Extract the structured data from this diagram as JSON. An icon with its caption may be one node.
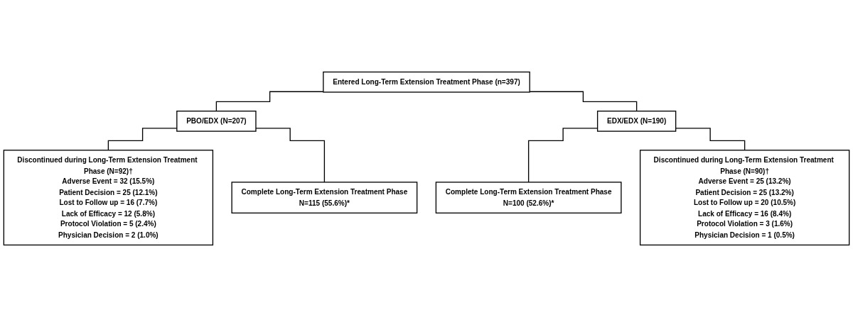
{
  "diagram": {
    "nodes": [
      {
        "text": [
          "Entered Long-Term Extension Treatment Phase (n=397)"
        ]
      },
      {
        "text": [
          "PBO/EDX (N=207)"
        ]
      },
      {
        "text": [
          "EDX/EDX (N=190)"
        ]
      },
      {
        "text": [
          "Discontinued during Long-Term Extension Treatment Phase (N=92)†",
          "Adverse Event = 32 (15.5%)",
          "Patient Decision = 25 (12.1%)",
          "Lost to Follow up = 16 (7.7%)",
          "Lack of Efficacy = 12 (5.8%)",
          "Protocol Violation = 5 (2.4%)",
          "Physician Decision = 2 (1.0%)"
        ]
      },
      {
        "text": [
          "Complete Long-Term Extension Treatment Phase",
          "N=115 (55.6%)*"
        ]
      },
      {
        "text": [
          "Complete Long-Term Extension Treatment Phase",
          "N=100 (52.6%)*"
        ]
      },
      {
        "text": [
          "Discontinued during Long-Term Extension Treatment Phase (N=90)†",
          "Adverse Event = 25 (13.2%)",
          "Patient Decision = 25 (13.2%)",
          "Lost to Follow up = 20 (10.5%)",
          "Lack of Efficacy = 16 (8.4%)",
          "Protocol Violation = 3 (1.6%)",
          "Physician Decision = 1 (0.5%)"
        ]
      }
    ],
    "edges": [
      {
        "from": 0,
        "to": 1,
        "arrow": "none"
      },
      {
        "from": 0,
        "to": 2,
        "arrow": "none"
      },
      {
        "from": 1,
        "to": 3,
        "arrow": "none"
      },
      {
        "from": 1,
        "to": 4,
        "arrow": "none"
      },
      {
        "from": 2,
        "to": 5,
        "arrow": "none"
      },
      {
        "from": 2,
        "to": 6,
        "arrow": "none"
      }
    ]
  }
}
